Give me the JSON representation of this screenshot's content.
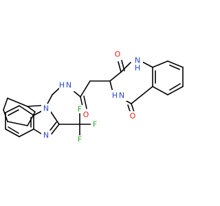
{
  "colors": {
    "bond": "#000000",
    "oxygen": "#e8201c",
    "nitrogen": "#2848c8",
    "fluorine": "#2ea82e",
    "background": "#ffffff"
  },
  "atoms": {
    "o_ring_top": "O",
    "nh_ring_top": "N",
    "h_ring_top": "H",
    "nh_ring_mid": "N",
    "h_ring_mid": "H",
    "o_ring_bottom": "O",
    "o_amide": "O",
    "nh_amide": "N",
    "h_amide": "H",
    "n_imidazole_1": "N",
    "n_imidazole_3": "N",
    "f_top": "F",
    "f_right": "F",
    "f_bottom": "F"
  }
}
